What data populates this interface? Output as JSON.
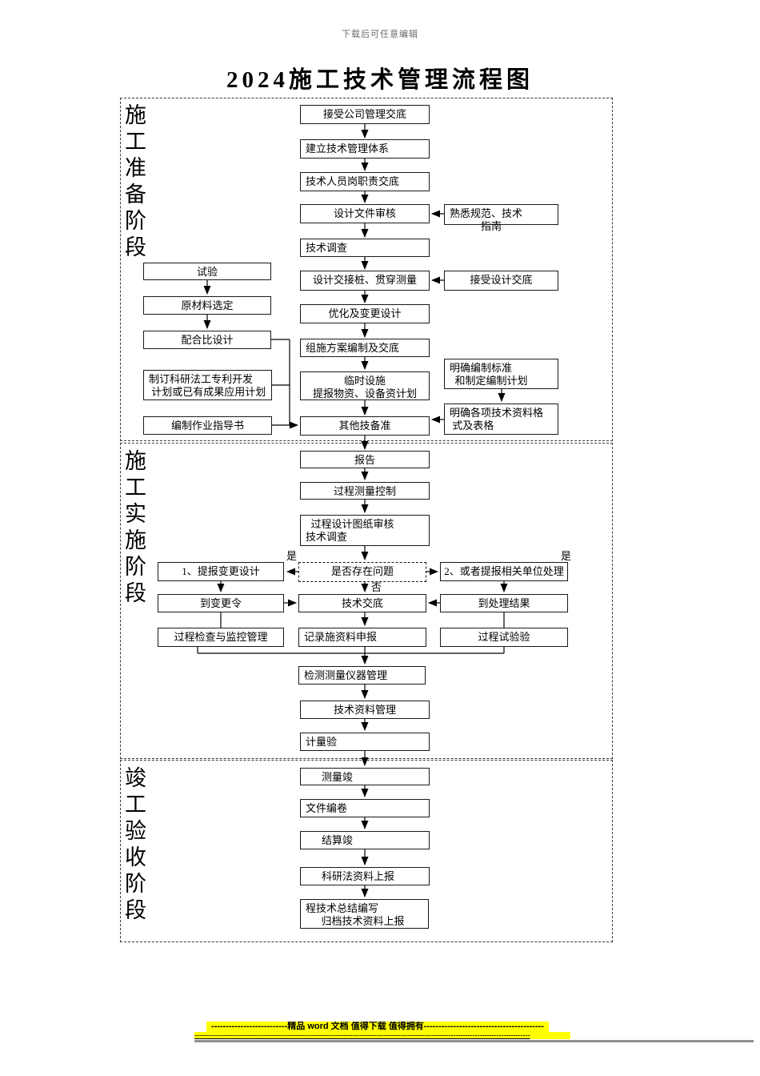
{
  "page": {
    "watermark": "下载后可任意编辑",
    "title": "2024施工技术管理流程图"
  },
  "sections": [
    {
      "label": "施工准备阶段"
    },
    {
      "label": "施工实施阶段"
    },
    {
      "label": "竣工验收阶段"
    }
  ],
  "boxes": {
    "s1m1": "接受公司管理交底",
    "s1m2": "建立技术管理体系",
    "s1m3": "技术人员岗职责交底",
    "s1m4": "设计文件审核",
    "s1m5": "技术调查",
    "s1m6": "设计交接桩、贯穿测量",
    "s1m7": "优化及变更设计",
    "s1m8": "组施方案编制及交底",
    "s1m9": "临时设施\n提报物资、设备资计划",
    "s1m10": "其他技备准",
    "s1l1": "试验",
    "s1l2": "原材料选定",
    "s1l3": "配合比设计",
    "s1l4": "制订科研法工专利开发\n 计划或已有成果应用计划",
    "s1l5": "编制作业指导书",
    "s1r1": "熟悉规范、技术\n            指南",
    "s1r2": "接受设计交底",
    "s1r3": "明确编制标准\n  和制定编制计划",
    "s1r4": "明确各项技术资料格\n 式及表格",
    "s2m1": "报告",
    "s2m2": "过程测量控制",
    "s2m3": "  过程设计图纸审核\n技术调查",
    "s2dec": "是否存在问题",
    "s2d1": "1、提报变更设计",
    "s2d2": "2、或者提报相关单位处理",
    "s2r1": "到变更令",
    "s2r2": "技术交底",
    "s2r3": "到处理结果",
    "s2q1": "过程检查与监控管理",
    "s2q2": "记录施资料申报",
    "s2q3": "过程试验验",
    "s2m4": "检测测量仪器管理",
    "s2m5": "技术资料管理",
    "s2m6": "计量验",
    "s3m1": "测量竣",
    "s3m2": "文件编卷",
    "s3m3": "结算竣",
    "s3m4": "科研法资料上报",
    "s3m5": "程技术总结编写\n      归档技术资料上报"
  },
  "decision": {
    "yes_left": "是",
    "yes_right": "是",
    "no": "否"
  },
  "footer": {
    "line1": "--------------------------精品 word 文档 值得下载 值得拥有-----------------------------------------",
    "line2": "--------------------------------------------------------------------------------------------------------------------------------------------"
  },
  "colors": {
    "highlight": "#ffff00",
    "box_border": "#1a1a1a"
  }
}
